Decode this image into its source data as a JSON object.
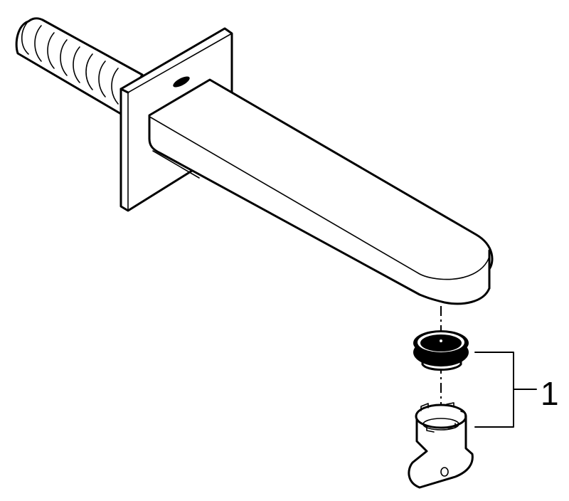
{
  "diagram": {
    "type": "exploded-parts-drawing",
    "subject": "wall-mounted bath spout with threaded connector, square wall plate, aerator and aerator key",
    "parts": [
      {
        "id": "threaded-pipe",
        "name": "threaded connector"
      },
      {
        "id": "wall-plate",
        "name": "square wall plate with logo"
      },
      {
        "id": "spout-body",
        "name": "spout body"
      },
      {
        "id": "aerator",
        "name": "aerator insert"
      },
      {
        "id": "aerator-key",
        "name": "aerator key / wrench"
      }
    ],
    "callouts": [
      {
        "number": "1",
        "refers_to": [
          "aerator",
          "aerator-key"
        ]
      }
    ],
    "colors": {
      "line": "#000000",
      "background": "#ffffff"
    }
  }
}
